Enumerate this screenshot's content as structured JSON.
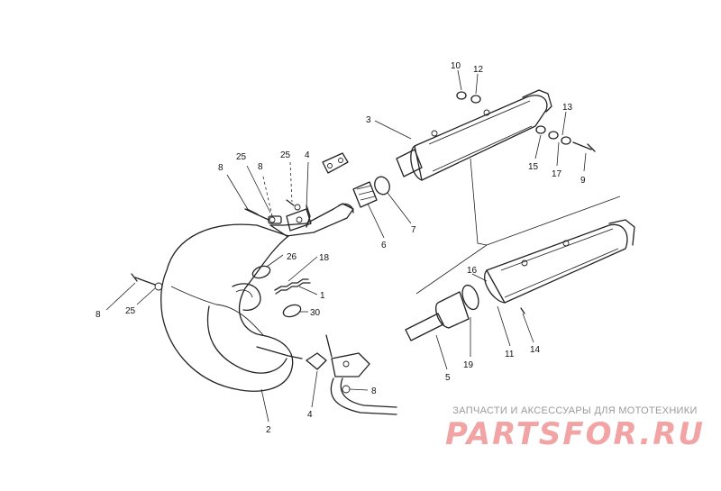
{
  "callouts": {
    "c1": "1",
    "c2": "2",
    "c3": "3",
    "c4a": "4",
    "c4b": "4",
    "c5": "5",
    "c6": "6",
    "c7": "7",
    "c8a": "8",
    "c8b": "8",
    "c8c": "8",
    "c8d": "8",
    "c9": "9",
    "c10": "10",
    "c11": "11",
    "c12": "12",
    "c13": "13",
    "c14": "14",
    "c15": "15",
    "c16": "16",
    "c17": "17",
    "c18": "18",
    "c19": "19",
    "c25a": "25",
    "c25b": "25",
    "c25c": "25",
    "c26": "26",
    "c30": "30"
  },
  "watermark": {
    "tagline": "ЗАПЧАСТИ И АКСЕССУАРЫ ДЛЯ МОТОТЕХНИКИ",
    "logo": "PARTSFOR.RU"
  }
}
